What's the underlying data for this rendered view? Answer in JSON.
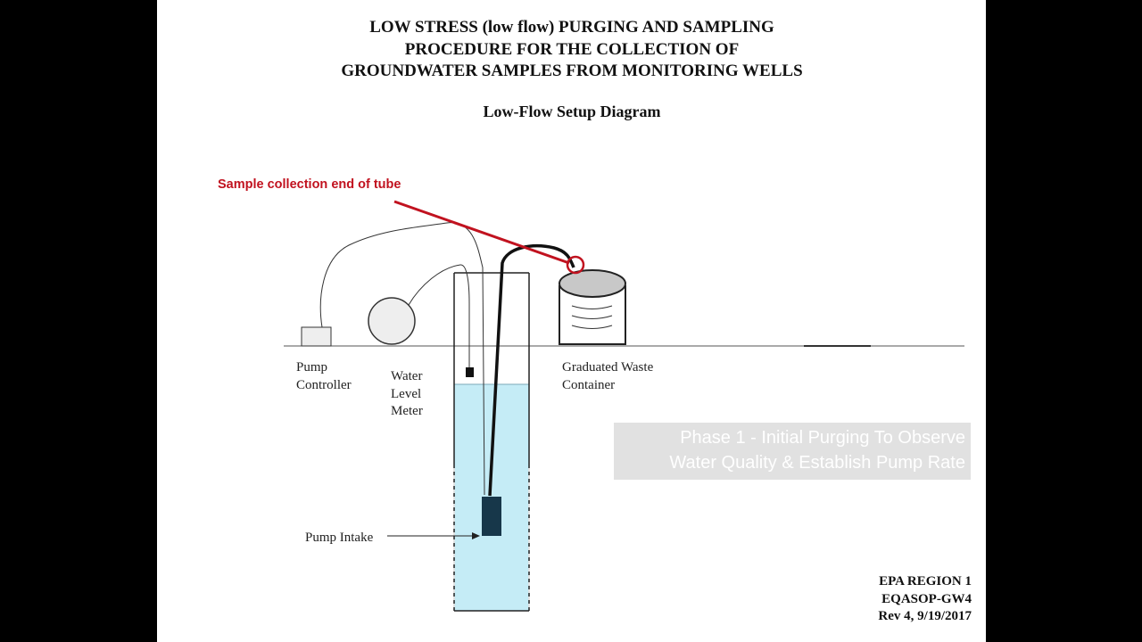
{
  "title_lines": [
    "LOW STRESS (low flow) PURGING AND SAMPLING",
    "PROCEDURE FOR THE COLLECTION OF",
    "GROUNDWATER SAMPLES FROM MONITORING WELLS"
  ],
  "subtitle": "Low-Flow Setup Diagram",
  "callout": "Sample collection end of tube",
  "labels": {
    "pump_controller": [
      "Pump",
      "Controller"
    ],
    "water_level_meter": [
      "Water",
      "Level",
      "Meter"
    ],
    "graduated_waste_container": [
      "Graduated Waste",
      "Container"
    ],
    "pump_intake": "Pump Intake"
  },
  "phase_caption": [
    "Phase 1 - Initial Purging To Observe",
    "Water Quality & Establish Pump Rate"
  ],
  "reference": [
    "EPA REGION 1",
    "EQASOP-GW4",
    "Rev 4, 9/19/2017"
  ],
  "colors": {
    "letterbox": "#000000",
    "slide_background": "#ffffff",
    "callout_red": "#c1121f",
    "water": "#c5ecf6",
    "pump_body": "#17374a",
    "container_top": "#c8c8c8"
  }
}
